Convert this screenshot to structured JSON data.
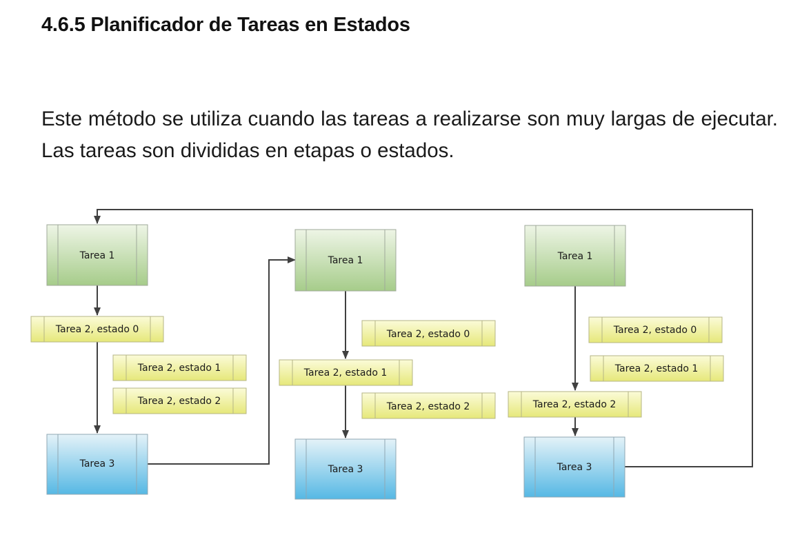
{
  "section": {
    "heading": "4.6.5 Planificador de Tareas en Estados",
    "paragraph": "Este método se utiliza cuando las tareas a realizarse son muy largas de ejecutar. Las tareas son divididas en etapas o estados."
  },
  "diagram": {
    "column_1": {
      "tarea1": "Tarea 1",
      "estado0": "Tarea 2, estado 0",
      "estado1": "Tarea 2, estado 1",
      "estado2": "Tarea 2, estado 2",
      "tarea3": "Tarea 3"
    },
    "column_2": {
      "tarea1": "Tarea 1",
      "estado0": "Tarea 2, estado 0",
      "estado1": "Tarea 2, estado 1",
      "estado2": "Tarea 2, estado 2",
      "tarea3": "Tarea 3"
    },
    "column_3": {
      "tarea1": "Tarea 1",
      "estado0": "Tarea 2, estado 0",
      "estado1": "Tarea 2, estado 1",
      "estado2": "Tarea 2, estado 2",
      "tarea3": "Tarea 3"
    }
  }
}
